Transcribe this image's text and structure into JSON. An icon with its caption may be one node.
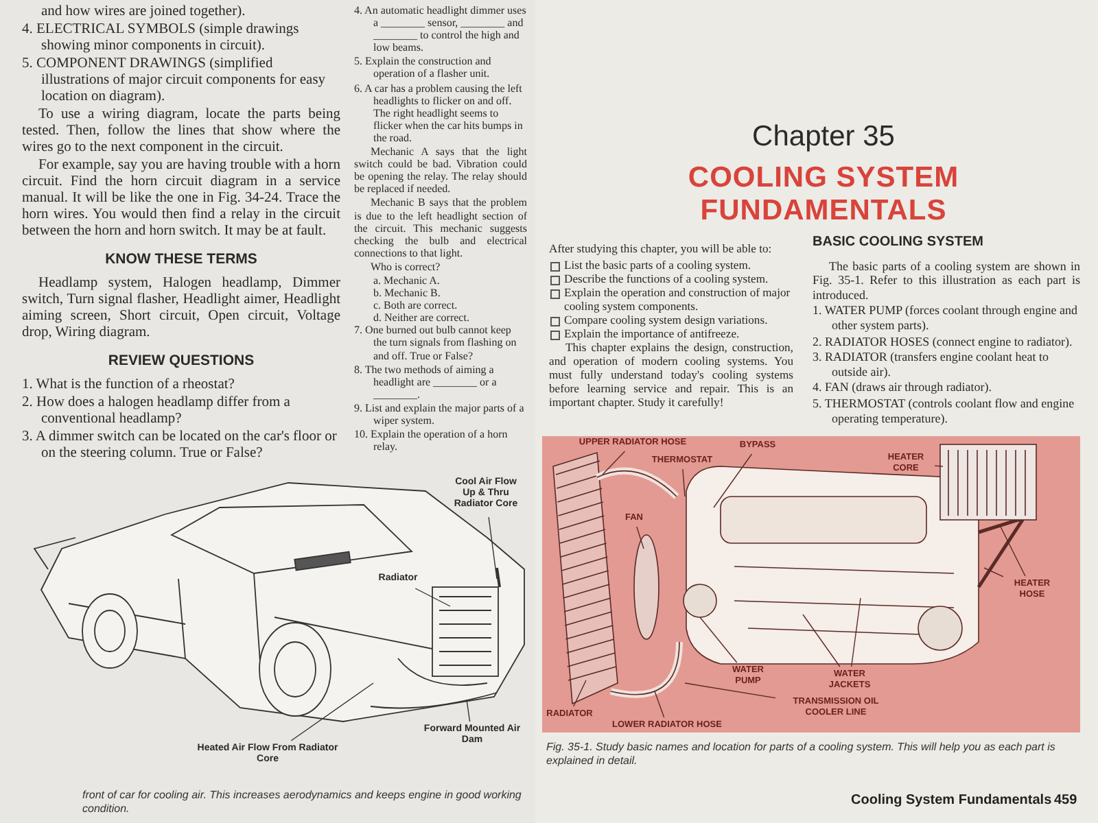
{
  "diagram": {
    "title": "COOLING SYSTEM FUNDAMENTALS",
    "nodes": [
      {
        "text": [
          "Cool Air Flow Up & Thru Radiator Core"
        ]
      },
      {
        "text": [
          "Radiator"
        ]
      },
      {
        "text": [
          "Heated Air Flow From Radiator Core"
        ]
      },
      {
        "text": [
          "Forward Mounted Air Dam"
        ]
      },
      {
        "text": [
          "UPPER RADIATOR HOSE"
        ]
      },
      {
        "text": [
          "THERMOSTAT"
        ]
      },
      {
        "text": [
          "BYPASS"
        ]
      },
      {
        "text": [
          "HEATER CORE"
        ]
      },
      {
        "text": [
          "FAN"
        ]
      },
      {
        "text": [
          "HEATER HOSE"
        ]
      },
      {
        "text": [
          "WATER PUMP"
        ]
      },
      {
        "text": [
          "WATER JACKETS"
        ]
      },
      {
        "text": [
          "RADIATOR"
        ]
      },
      {
        "text": [
          "TRANSMISSION OIL COOLER LINE"
        ]
      },
      {
        "text": [
          "LOWER RADIATOR HOSE"
        ]
      }
    ],
    "edges": [
      {
        "from": 0,
        "to": null,
        "arrow": "none"
      },
      {
        "from": 1,
        "to": null,
        "arrow": "none"
      },
      {
        "from": 2,
        "to": null,
        "arrow": "none"
      },
      {
        "from": 3,
        "to": null,
        "arrow": "none"
      },
      {
        "from": 4,
        "to": null,
        "arrow": "none"
      },
      {
        "from": 5,
        "to": null,
        "arrow": "none"
      },
      {
        "from": 6,
        "to": null,
        "arrow": "none"
      },
      {
        "from": 7,
        "to": null,
        "arrow": "none"
      },
      {
        "from": 8,
        "to": null,
        "arrow": "none"
      },
      {
        "from": 9,
        "to": null,
        "arrow": "none"
      },
      {
        "from": 9,
        "to": null,
        "arrow": "none"
      },
      {
        "from": 10,
        "to": null,
        "arrow": "none"
      },
      {
        "from": 11,
        "to": null,
        "arrow": "none"
      },
      {
        "from": 11,
        "to": null,
        "arrow": "none"
      },
      {
        "from": 12,
        "to": null,
        "arrow": "none"
      },
      {
        "from": 13,
        "to": null,
        "arrow": "none"
      },
      {
        "from": 14,
        "to": null,
        "arrow": "none"
      }
    ],
    "labels": [
      "and how wires are joined together).",
      "4. ELECTRICAL SYMBOLS (simple drawings showing minor components in circuit).",
      "5. COMPONENT DRAWINGS (simplified illustrations of major circuit components for easy location on diagram).",
      "To use a wiring diagram, locate the parts being tested. Then, follow the lines that show where the wires go to the next component in the circuit.",
      "For example, say you are having trouble with a horn circuit. Find the horn circuit diagram in a service manual. It will be like the one in Fig. 34-24. Trace the horn wires. You would then find a relay in the circuit between the horn and horn switch. It may be at fault.",
      "KNOW THESE TERMS",
      "Headlamp system, Halogen headlamp, Dimmer switch, Turn signal flasher, Headlight aimer, Headlight aiming screen, Short circuit, Open circuit, Voltage drop, Wiring diagram.",
      "REVIEW QUESTIONS",
      "1. What is the function of a rheostat?",
      "2. How does a halogen headlamp differ from a conventional headlamp?",
      "3. A dimmer switch can be located on the car's floor or on the steering column. True or False?",
      "4. An automatic headlight dimmer uses a ________ sensor, ________ and ________ to control the high and low beams.",
      "5. Explain the construction and operation of a flasher unit.",
      "6. A car has a problem causing the left headlights to flicker on and off. The right headlight seems to flicker when the car hits bumps in the road.",
      "Mechanic A says that the light switch could be bad. Vibration could be opening the relay. The relay should be replaced if needed.",
      "Mechanic B says that the problem is due to the left headlight section of the circuit. This mechanic suggests checking the bulb and electrical connections to that light.",
      "Who is correct?",
      "a. Mechanic A.",
      "b. Mechanic B.",
      "c. Both are correct.",
      "d. Neither are correct.",
      "7. One burned out bulb cannot keep the turn signals from flashing on and off. True or False?",
      "8. The two methods of aiming a headlight are ________ or a ________.",
      "9. List and explain the major parts of a wiper system.",
      "10. Explain the operation of a horn relay.",
      "front of car for cooling air. This increases aerodynamics and keeps engine in good working condition.",
      "Chapter 35",
      "After studying this chapter, you will be able to:",
      "List the basic parts of a cooling system.",
      "Describe the functions of a cooling system.",
      "Explain the operation and construction of major cooling system components.",
      "Compare cooling system design variations.",
      "Explain the importance of antifreeze.",
      "This chapter explains the design, construction, and operation of modern cooling systems. You must fully understand today's cooling systems before learning service and repair. This is an important chapter. Study it carefully!",
      "BASIC COOLING SYSTEM",
      "The basic parts of a cooling system are shown in Fig. 35-1. Refer to this illustration as each part is introduced.",
      "1. WATER PUMP (forces coolant through engine and other system parts).",
      "2. RADIATOR HOSES (connect engine to radiator).",
      "3. RADIATOR (transfers engine coolant heat to outside air).",
      "4. FAN (draws air through radiator).",
      "5. THERMOSTAT (controls coolant flow and engine operating temperature).",
      "Fig. 35-1. Study basic names and location for parts of a cooling system. This will help you as each part is explained in detail.",
      "Cooling System Fundamentals",
      "459"
    ]
  }
}
